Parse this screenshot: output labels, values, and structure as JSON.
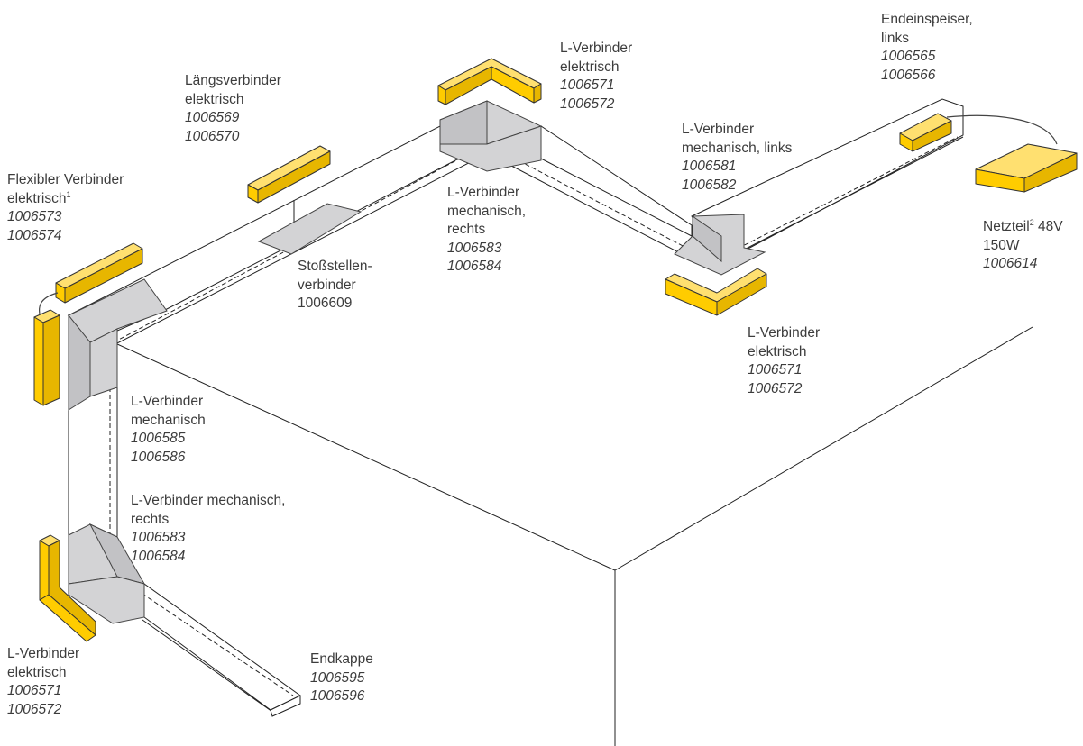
{
  "labels": {
    "flex_elektrisch": {
      "line1": "Flexibler Verbinder",
      "line2": "elektrisch",
      "sup": "1",
      "num1": "1006573",
      "num2": "1006574"
    },
    "laengsverbinder": {
      "line1": "Längsverbinder",
      "line2": "elektrisch",
      "num1": "1006569",
      "num2": "1006570"
    },
    "lverb_el_top": {
      "line1": "L-Verbinder",
      "line2": "elektrisch",
      "num1": "1006571",
      "num2": "1006572"
    },
    "endeinspeiser": {
      "line1": "Endeinspeiser,",
      "line2": "links",
      "num1": "1006565",
      "num2": "1006566"
    },
    "lverb_mech_links": {
      "line1": "L-Verbinder",
      "line2": "mechanisch, links",
      "num1": "1006581",
      "num2": "1006582"
    },
    "lverb_mech_rechts_top": {
      "line1": "L-Verbinder",
      "line2": "mechanisch,",
      "line3": "rechts",
      "num1": "1006583",
      "num2": "1006584"
    },
    "stossstellen": {
      "line1": "Stoßstellen-",
      "line2": "verbinder",
      "num1": "1006609"
    },
    "netzteil": {
      "line1": "Netzteil",
      "sup": "2",
      "line1b": " 48V",
      "line2": "150W",
      "num1": "1006614"
    },
    "lverb_el_right": {
      "line1": "L-Verbinder",
      "line2": "elektrisch",
      "num1": "1006571",
      "num2": "1006572"
    },
    "lverb_mech": {
      "line1": "L-Verbinder",
      "line2": "mechanisch",
      "num1": "1006585",
      "num2": "1006586"
    },
    "lverb_mech_rechts_bottom": {
      "line1": "L-Verbinder mechanisch,",
      "line2": "rechts",
      "num1": "1006583",
      "num2": "1006584"
    },
    "lverb_el_bottom": {
      "line1": "L-Verbinder",
      "line2": "elektrisch",
      "num1": "1006571",
      "num2": "1006572"
    },
    "endkappe": {
      "line1": "Endkappe",
      "num1": "1006595",
      "num2": "1006596"
    }
  },
  "colors": {
    "connector_yellow": "#ffcc00",
    "mechanical_grey": "#d3d3d5",
    "line": "#222222",
    "text": "#3c3c3c"
  }
}
